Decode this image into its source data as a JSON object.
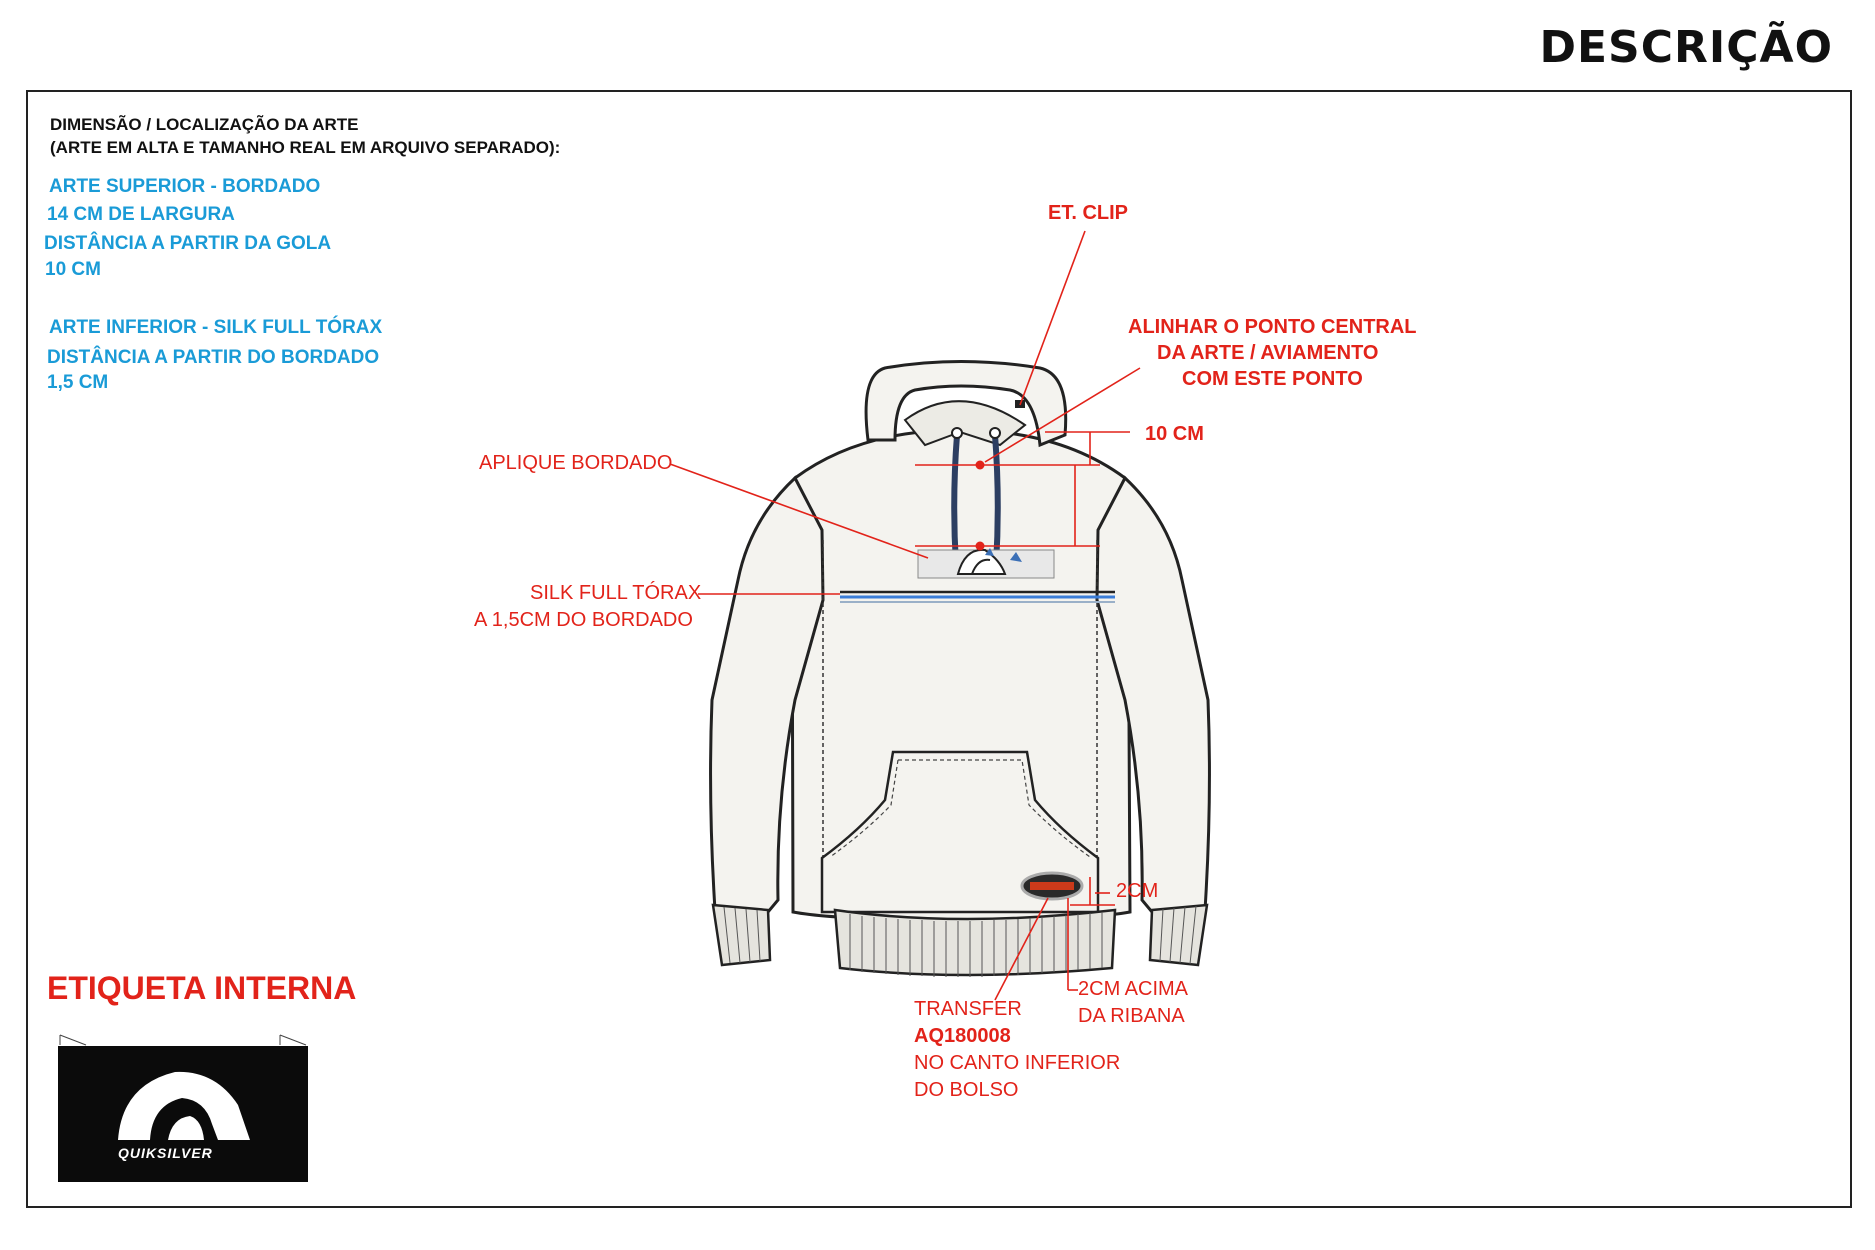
{
  "header": {
    "title": "DESCRIÇÃO"
  },
  "dimension_block": {
    "line1": "DIMENSÃO / LOCALIZAÇÃO DA ARTE",
    "line2": "(ARTE EM ALTA E TAMANHO REAL EM ARQUIVO SEPARADO):"
  },
  "specs": {
    "upper_title": "ARTE SUPERIOR - BORDADO",
    "upper_width": "14 CM DE LARGURA",
    "upper_distance_label": "DISTÂNCIA A PARTIR DA GOLA",
    "upper_distance_value": "10 CM",
    "lower_title": "ARTE INFERIOR - SILK FULL TÓRAX",
    "lower_distance_label": "DISTÂNCIA A PARTIR DO BORDADO",
    "lower_distance_value": "1,5 CM"
  },
  "annotations": {
    "et_clip": "ET. CLIP",
    "align_line1": "ALINHAR O PONTO CENTRAL",
    "align_line2": "DA ARTE / AVIAMENTO",
    "align_line3": "COM ESTE PONTO",
    "ten_cm": "10 CM",
    "aplique": "APLIQUE BORDADO",
    "silk_line1": "SILK FULL TÓRAX",
    "silk_line2": "A 1,5CM DO BORDADO",
    "two_cm": "2CM",
    "transfer_line1": "TRANSFER",
    "transfer_code": "AQ180008",
    "transfer_line3": "NO CANTO INFERIOR",
    "transfer_line4": "DO BOLSO",
    "above_line1": "2CM ACIMA",
    "above_line2": "DA RIBANA"
  },
  "label_section": {
    "title": "ETIQUETA INTERNA",
    "brand_text": "QUIKSILVER"
  },
  "colors": {
    "accent_red": "#e2231a",
    "spec_blue": "#1a9bd7",
    "garment_fill": "#f4f3ef",
    "drawcord": "#2c3e62"
  }
}
